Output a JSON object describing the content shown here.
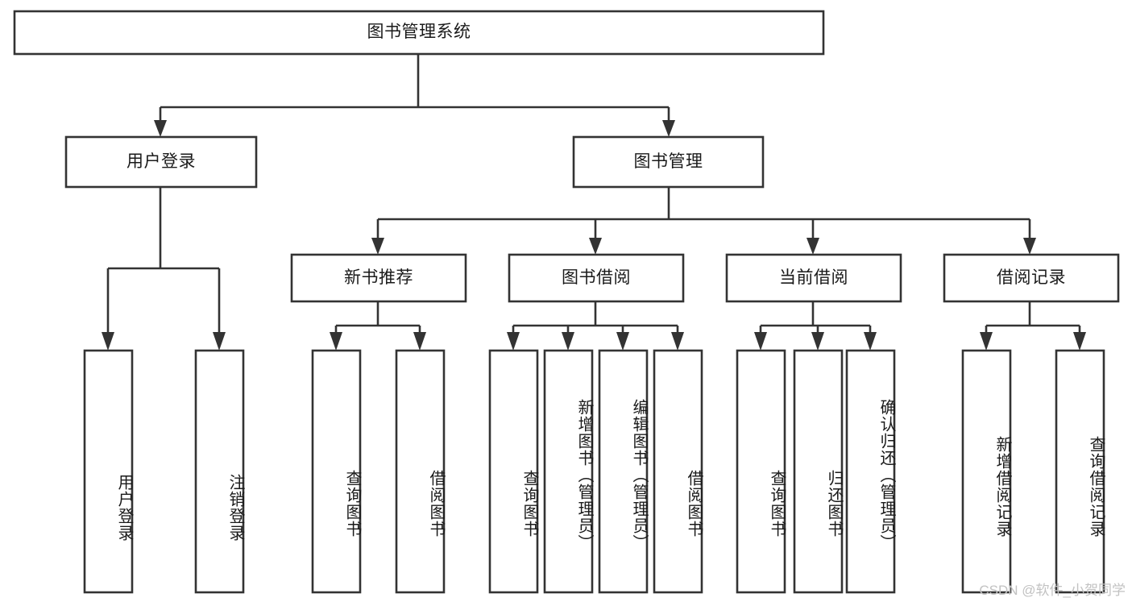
{
  "diagram": {
    "type": "tree-hierarchy-functional-decomposition",
    "title_node": "图书管理系统",
    "colors": {
      "box_fill": "#ffffff",
      "box_stroke": "#333333",
      "connector": "#333333",
      "text": "#1a1a1a",
      "watermark": "#c2c2c2",
      "background": "#ffffff"
    },
    "levels": {
      "level1": [
        "图书管理系统"
      ],
      "level2": [
        "用户登录",
        "图书管理"
      ],
      "level3": [
        "新书推荐",
        "图书借阅",
        "当前借阅",
        "借阅记录"
      ],
      "level4": [
        "用户登录",
        "注销登录",
        "查询图书",
        "借阅图书",
        "查询图书",
        "新增图书（管理员）",
        "编辑图书（管理员）",
        "借阅图书",
        "查询图书",
        "归还图书",
        "确认归还（管理员）",
        "新增借阅记录",
        "查询借阅记录"
      ]
    },
    "nodes": {
      "root": {
        "label": "图书管理系统"
      },
      "user_login": {
        "label": "用户登录"
      },
      "book_manage": {
        "label": "图书管理"
      },
      "new_book_rec": {
        "label": "新书推荐"
      },
      "book_borrow": {
        "label": "图书借阅"
      },
      "current_borrow": {
        "label": "当前借阅"
      },
      "borrow_record": {
        "label": "借阅记录"
      },
      "leaf_user_login": {
        "label": "用户登录"
      },
      "leaf_user_logout": {
        "label": "注销登录"
      },
      "leaf_rec_query": {
        "label": "查询图书"
      },
      "leaf_rec_borrow": {
        "label": "借阅图书"
      },
      "leaf_borrow_query": {
        "label": "查询图书"
      },
      "leaf_borrow_add": {
        "label": "新增图书（管理员）"
      },
      "leaf_borrow_edit": {
        "label": "编辑图书（管理员）"
      },
      "leaf_borrow_do": {
        "label": "借阅图书"
      },
      "leaf_cur_query": {
        "label": "查询图书"
      },
      "leaf_cur_return": {
        "label": "归还图书"
      },
      "leaf_cur_confirm": {
        "label": "确认归还（管理员）"
      },
      "leaf_rec_add": {
        "label": "新增借阅记录"
      },
      "leaf_rec_search": {
        "label": "查询借阅记录"
      }
    },
    "watermark": "CSDN @软件_小贺同学"
  }
}
